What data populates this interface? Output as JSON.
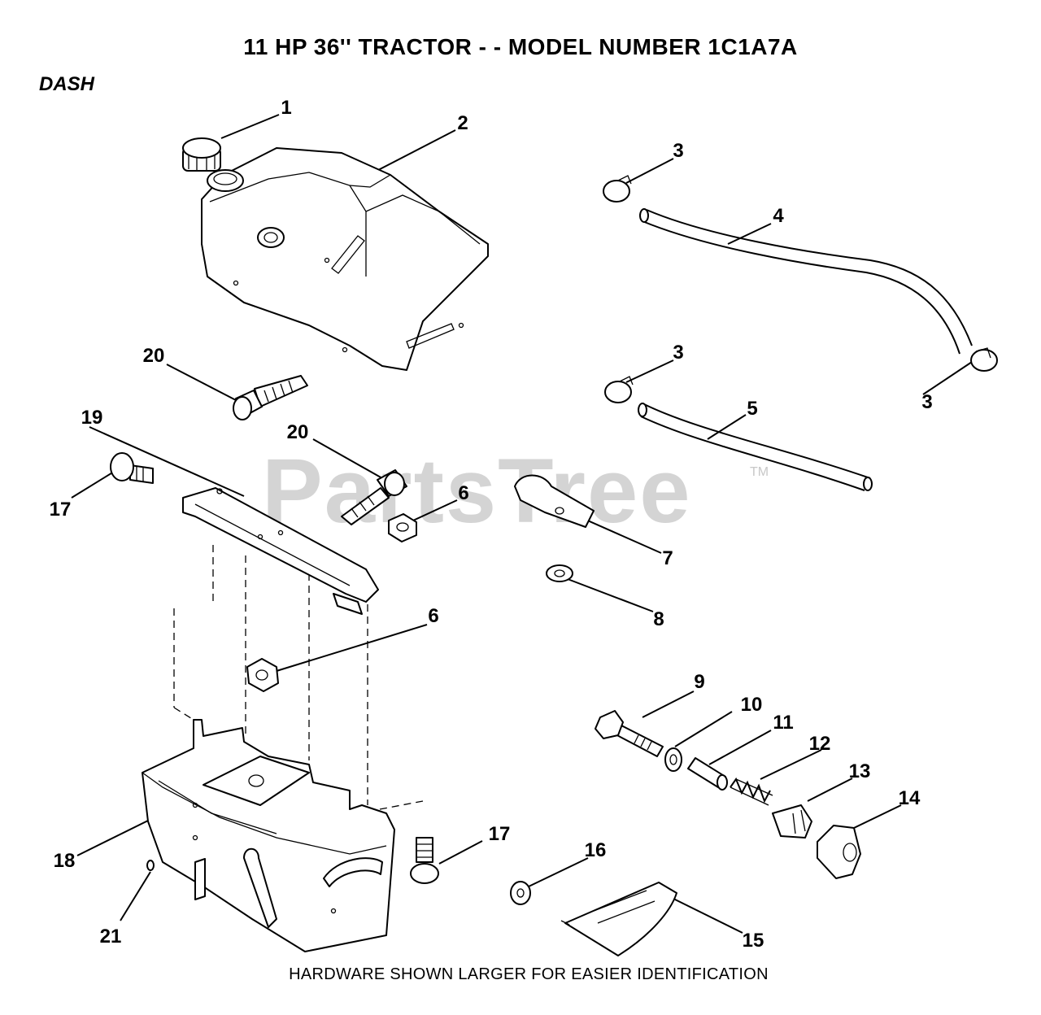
{
  "title": "11 HP 36'' TRACTOR - - MODEL NUMBER 1C1A7A",
  "section": "DASH",
  "footer_note": "HARDWARE SHOWN LARGER FOR EASIER IDENTIFICATION",
  "watermark": {
    "text": "PartsTree",
    "trademark": "TM"
  },
  "callouts": {
    "c1": "1",
    "c2": "2",
    "c3a": "3",
    "c3b": "3",
    "c3c": "3",
    "c4": "4",
    "c5": "5",
    "c6a": "6",
    "c6b": "6",
    "c7": "7",
    "c8": "8",
    "c9": "9",
    "c10": "10",
    "c11": "11",
    "c12": "12",
    "c13": "13",
    "c14": "14",
    "c15": "15",
    "c16": "16",
    "c17a": "17",
    "c17b": "17",
    "c18": "18",
    "c19": "19",
    "c20a": "20",
    "c20b": "20",
    "c21": "21"
  }
}
